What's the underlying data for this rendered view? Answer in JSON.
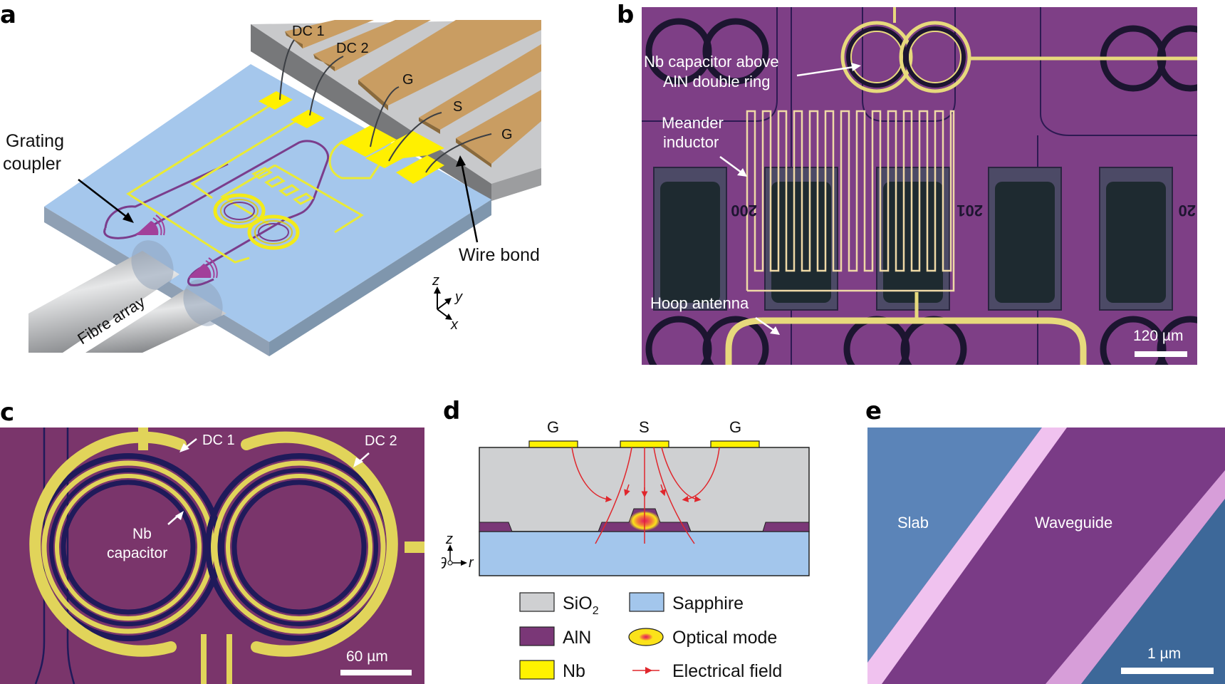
{
  "figure": {
    "panels": [
      {
        "letter": "a"
      },
      {
        "letter": "b"
      },
      {
        "letter": "c"
      },
      {
        "letter": "d"
      },
      {
        "letter": "e"
      }
    ]
  },
  "panel_a": {
    "pcb_pads": [
      "DC 1",
      "DC 2",
      "G",
      "S",
      "G"
    ],
    "grating_coupler_label_1": "Grating",
    "grating_coupler_label_2": "coupler",
    "wire_bond_label": "Wire bond",
    "fibre_array_label": "Fibre array",
    "axes": {
      "z": "z",
      "y": "y",
      "x": "x"
    }
  },
  "panel_b": {
    "capacitor_label_1": "Nb capacitor above",
    "capacitor_label_2": "AlN double ring",
    "meander_label_1": "Meander",
    "meander_label_2": "inductor",
    "hoop_label": "Hoop antenna",
    "device_numbers": [
      "200",
      "201",
      "20"
    ],
    "scale_bar": "120 µm"
  },
  "panel_c": {
    "dc1_label": "DC 1",
    "dc2_label": "DC 2",
    "capacitor_label_1": "Nb",
    "capacitor_label_2": "capacitor",
    "scale_bar": "60 µm"
  },
  "panel_d": {
    "electrodes": [
      "G",
      "S",
      "G"
    ],
    "axes": {
      "z": "z",
      "theta": "θ",
      "r": "r"
    },
    "legend": [
      {
        "label": "SiO",
        "sub": "2",
        "swatch": "#cfd0d2"
      },
      {
        "label": "Sapphire",
        "sub": "",
        "swatch": "#a3c6ec"
      },
      {
        "label": "AlN",
        "sub": "",
        "swatch": "#7a3777"
      },
      {
        "label": "Optical mode",
        "sub": "",
        "swatch": "ellipse"
      },
      {
        "label": "Nb",
        "sub": "",
        "swatch": "#fff200"
      },
      {
        "label": "Electrical field",
        "sub": "",
        "swatch": "arrow"
      }
    ],
    "colors": {
      "sio2": "#cfd0d2",
      "sapphire": "#a3c6ec",
      "aln": "#7a3777",
      "nb": "#fff200",
      "field": "#e0262c"
    }
  },
  "panel_e": {
    "slab_label": "Slab",
    "waveguide_label": "Waveguide",
    "scale_bar": "1 µm"
  }
}
